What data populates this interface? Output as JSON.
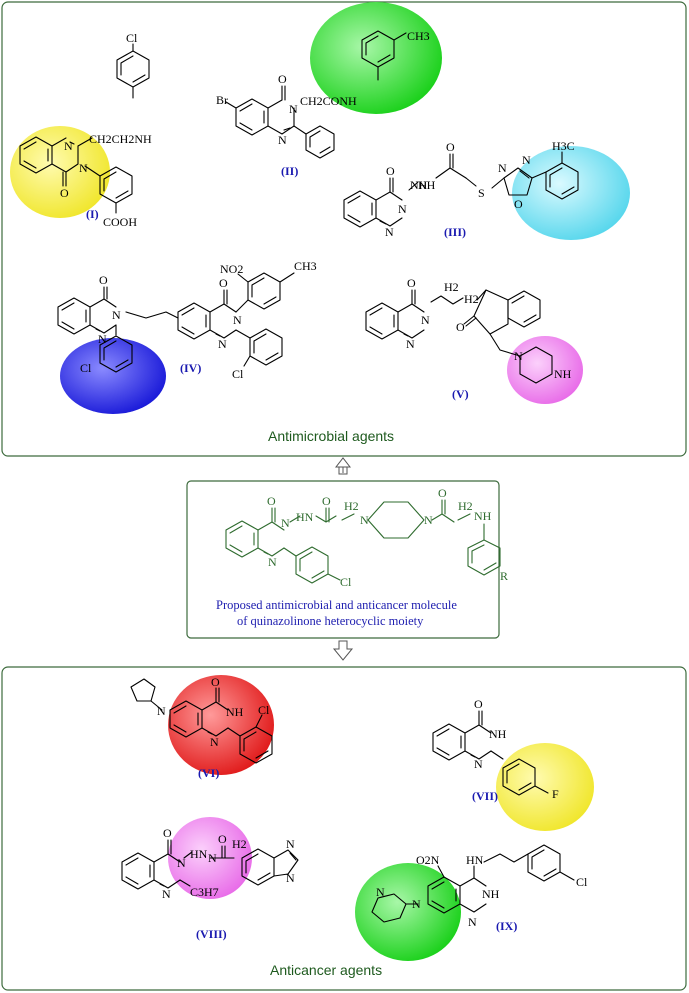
{
  "sections": {
    "antimicrobial_label": "Antimicrobial agents",
    "anticancer_label": "Anticancer agents"
  },
  "proposed": {
    "caption_line1": "Proposed antimicrobial and anticancer molecule",
    "caption_line2": "of quinazolinone heterocyclic moiety"
  },
  "compounds": {
    "I": "(I)",
    "II": "(II)",
    "III": "(III)",
    "IV": "(IV)",
    "V": "(V)",
    "VI": "(VI)",
    "VII": "(VII)",
    "VIII": "(VIII)",
    "IX": "(IX)"
  },
  "atoms": {
    "Cl": "Cl",
    "N": "N",
    "O": "O",
    "S": "S",
    "F": "F",
    "R": "R",
    "NH": "NH",
    "HN": "HN",
    "Br": "Br",
    "CH3": "CH3",
    "H2": "H2",
    "H3C": "H3C",
    "CH2CH2NH": "CH2CH2NH",
    "COOH": "COOH",
    "CH2CONH": "CH2CONH",
    "NO2": "O2N",
    "NO2b": "NO2",
    "C3H7": "C3H7",
    "NN": "N"
  },
  "highlight_colors": {
    "yellow": "#f5f03a",
    "green": "#2ee02e",
    "cyan": "#6fe3f2",
    "blue": "#2a2af0",
    "magenta": "#f07ef0",
    "red": "#f02a2a"
  }
}
